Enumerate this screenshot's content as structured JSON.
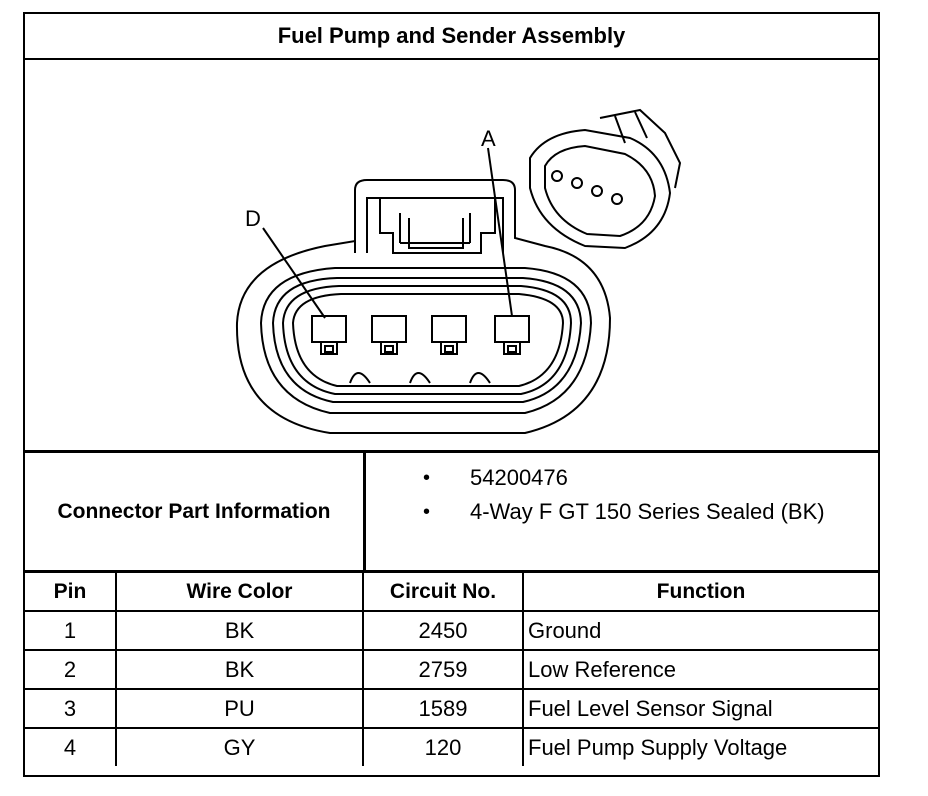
{
  "title": "Fuel Pump and Sender Assembly",
  "diagram": {
    "pin_callout_left": "D",
    "pin_callout_right": "A"
  },
  "connector_info": {
    "label": "Connector Part Information",
    "items": [
      "54200476",
      "4-Way F GT 150 Series Sealed (BK)"
    ],
    "bullet": "•"
  },
  "pin_table": {
    "headers": [
      "Pin",
      "Wire Color",
      "Circuit No.",
      "Function"
    ],
    "rows": [
      {
        "pin": "1",
        "color": "BK",
        "circuit": "2450",
        "function": "Ground"
      },
      {
        "pin": "2",
        "color": "BK",
        "circuit": "2759",
        "function": "Low Reference"
      },
      {
        "pin": "3",
        "color": "PU",
        "circuit": "1589",
        "function": "Fuel Level Sensor Signal"
      },
      {
        "pin": "4",
        "color": "GY",
        "circuit": "120",
        "function": "Fuel Pump Supply Voltage"
      }
    ]
  }
}
